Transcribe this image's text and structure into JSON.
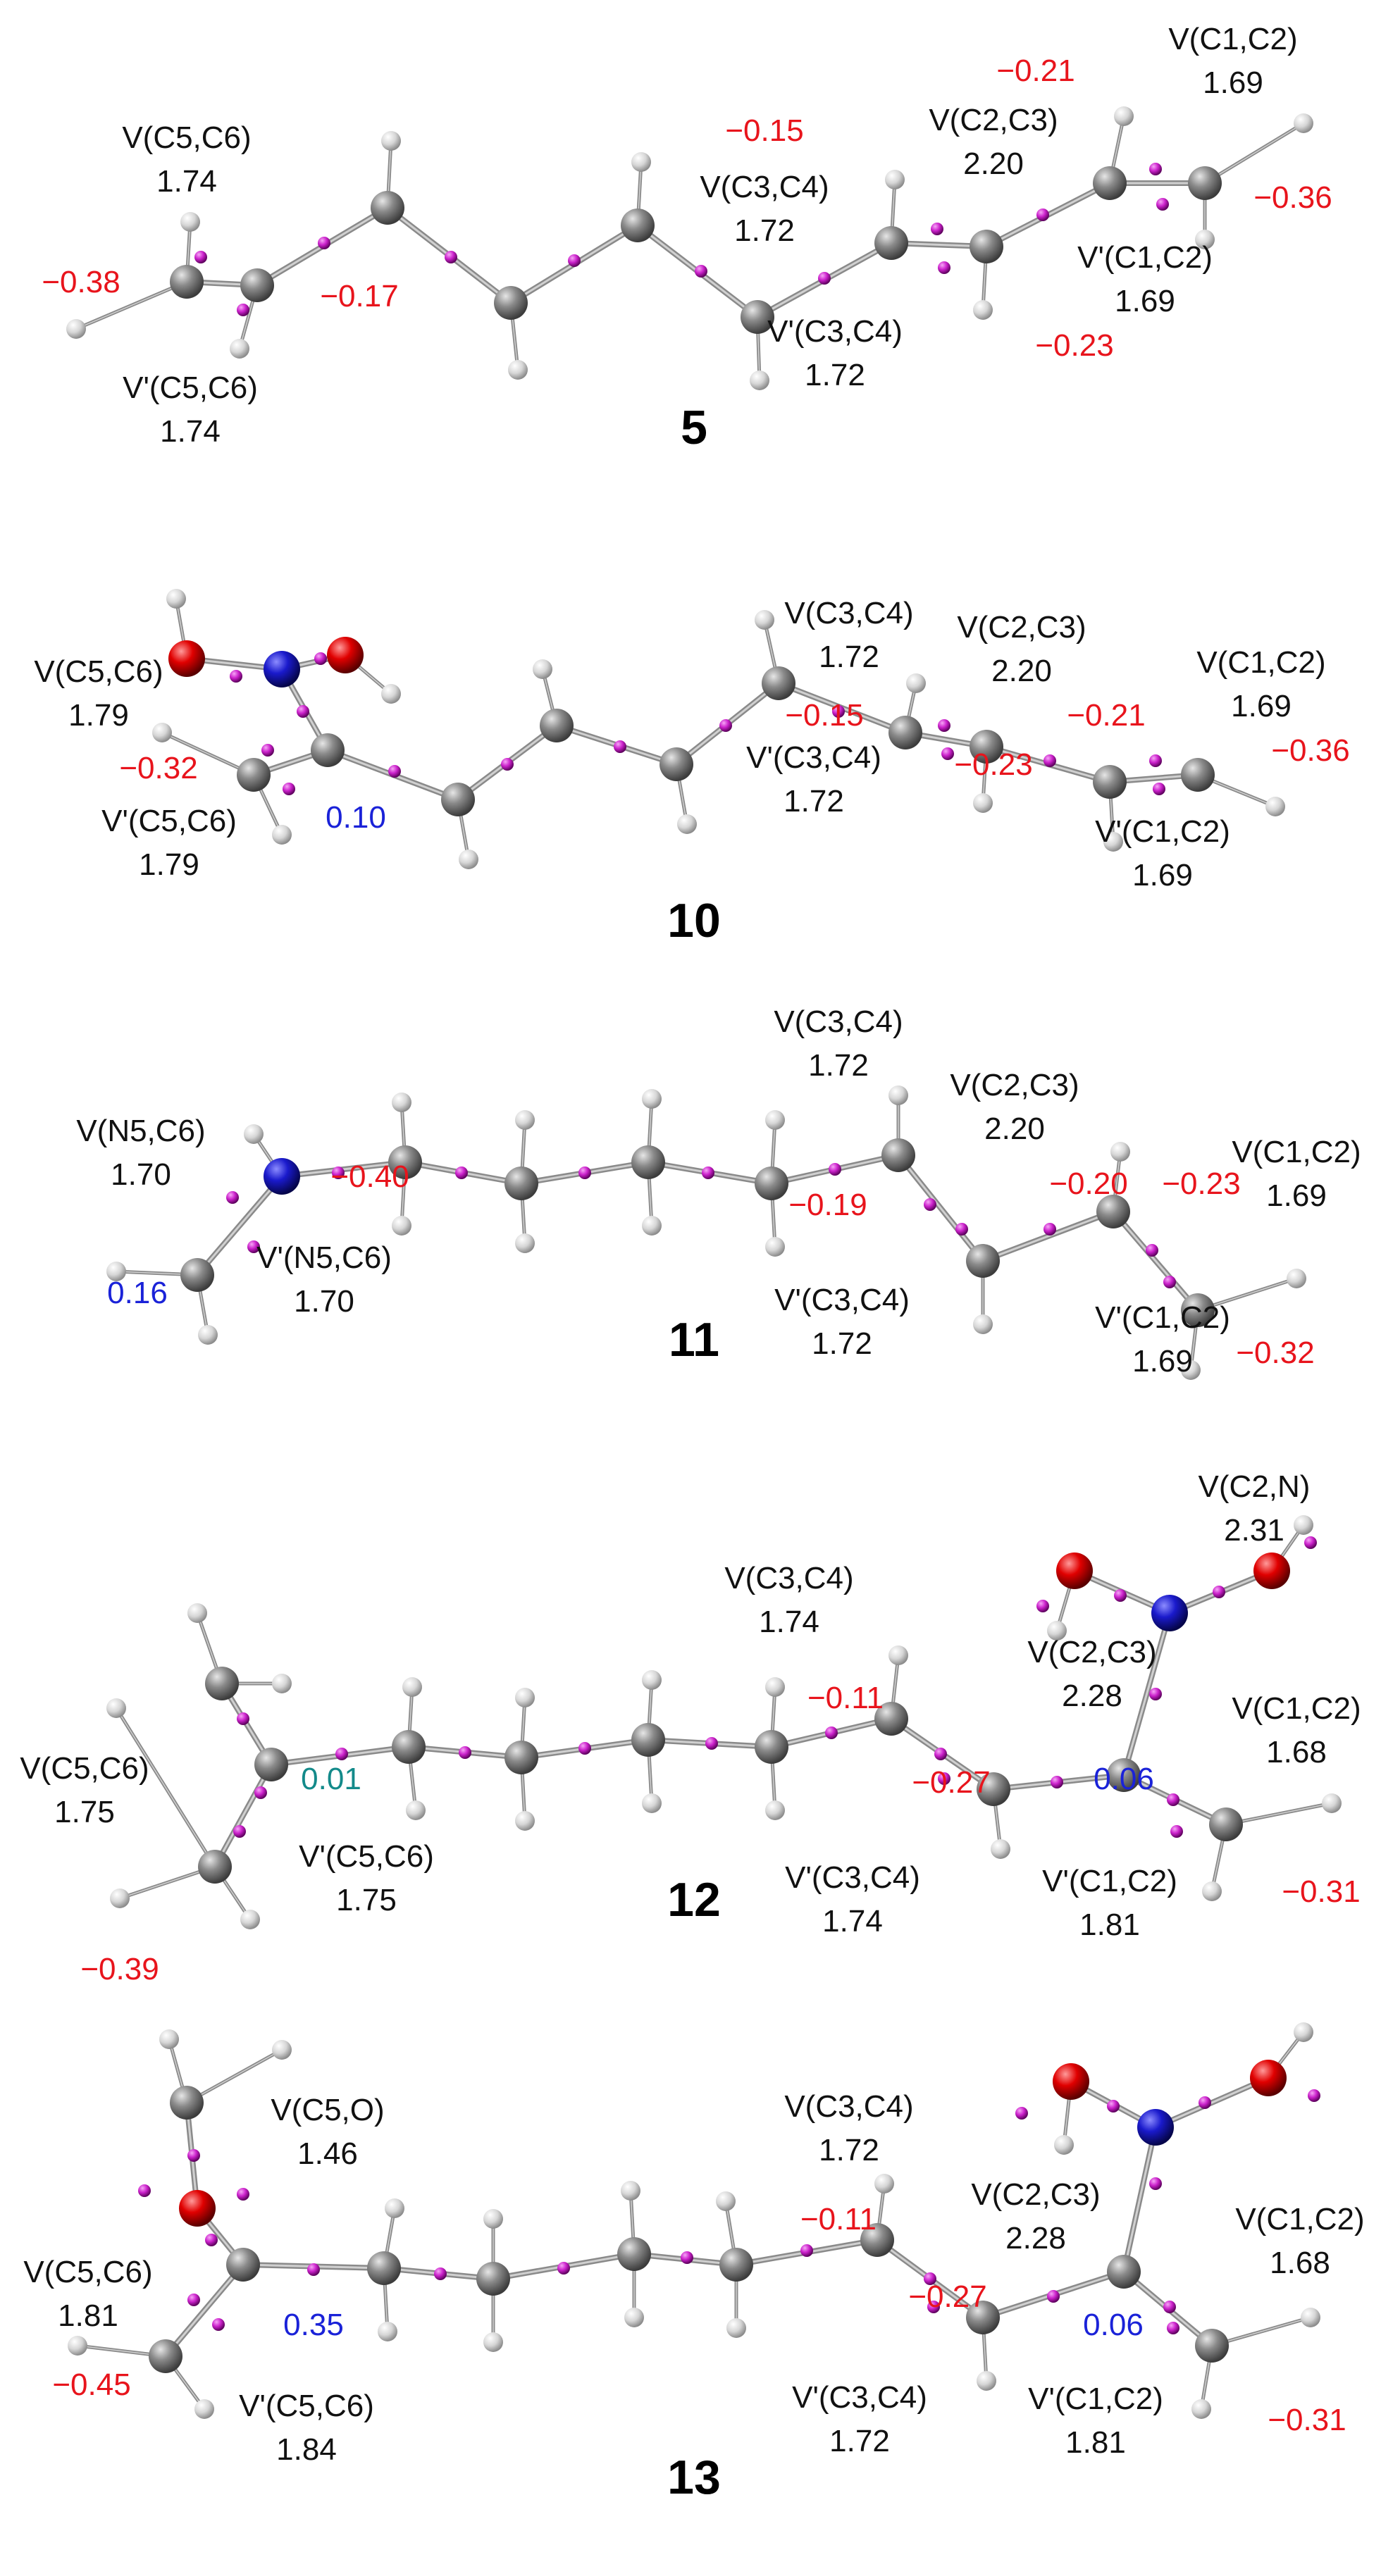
{
  "colors": {
    "label": "#111111",
    "negative_charge": "#e8141c",
    "positive_charge": "#1a22d8",
    "near_zero_charge": "#138a8a",
    "atom_carbon": "#808080",
    "atom_hydrogen": "#d4d4d4",
    "atom_nitrogen": "#1a1acc",
    "atom_oxygen": "#e00000",
    "attractor_basin": "#cc22cc",
    "bond": "#9a9a9a"
  },
  "panels": [
    {
      "compound": "5",
      "labels": [
        {
          "k": "lbl",
          "t": "V(C5,C6)"
        },
        {
          "k": "num",
          "t": "1.74"
        },
        {
          "k": "lbl",
          "t": "V'(C5,C6)"
        },
        {
          "k": "num",
          "t": "1.74"
        },
        {
          "k": "neg",
          "t": "−0.38"
        },
        {
          "k": "neg",
          "t": "−0.17"
        },
        {
          "k": "neg",
          "t": "−0.15"
        },
        {
          "k": "lbl",
          "t": "V(C3,C4)"
        },
        {
          "k": "num",
          "t": "1.72"
        },
        {
          "k": "lbl",
          "t": "V'(C3,C4)"
        },
        {
          "k": "num",
          "t": "1.72"
        },
        {
          "k": "neg",
          "t": "−0.21"
        },
        {
          "k": "lbl",
          "t": "V(C2,C3)"
        },
        {
          "k": "num",
          "t": "2.20"
        },
        {
          "k": "lbl",
          "t": "V(C1,C2)"
        },
        {
          "k": "num",
          "t": "1.69"
        },
        {
          "k": "neg",
          "t": "−0.36"
        },
        {
          "k": "lbl",
          "t": "V'(C1,C2)"
        },
        {
          "k": "num",
          "t": "1.69"
        },
        {
          "k": "neg",
          "t": "−0.23"
        }
      ]
    },
    {
      "compound": "10",
      "labels": [
        {
          "k": "lbl",
          "t": "V(C5,C6)"
        },
        {
          "k": "num",
          "t": "1.79"
        },
        {
          "k": "neg",
          "t": "−0.32"
        },
        {
          "k": "lbl",
          "t": "V'(C5,C6)"
        },
        {
          "k": "num",
          "t": "1.79"
        },
        {
          "k": "pos",
          "t": "0.10"
        },
        {
          "k": "lbl",
          "t": "V(C3,C4)"
        },
        {
          "k": "num",
          "t": "1.72"
        },
        {
          "k": "neg",
          "t": "−0.15"
        },
        {
          "k": "lbl",
          "t": "V'(C3,C4)"
        },
        {
          "k": "num",
          "t": "1.72"
        },
        {
          "k": "lbl",
          "t": "V(C2,C3)"
        },
        {
          "k": "num",
          "t": "2.20"
        },
        {
          "k": "neg",
          "t": "−0.21"
        },
        {
          "k": "neg",
          "t": "−0.23"
        },
        {
          "k": "lbl",
          "t": "V(C1,C2)"
        },
        {
          "k": "num",
          "t": "1.69"
        },
        {
          "k": "neg",
          "t": "−0.36"
        },
        {
          "k": "lbl",
          "t": "V'(C1,C2)"
        },
        {
          "k": "num",
          "t": "1.69"
        }
      ]
    },
    {
      "compound": "11",
      "labels": [
        {
          "k": "lbl",
          "t": "V(N5,C6)"
        },
        {
          "k": "num",
          "t": "1.70"
        },
        {
          "k": "neg",
          "t": "−0.40"
        },
        {
          "k": "pos",
          "t": "0.16"
        },
        {
          "k": "lbl",
          "t": "V'(N5,C6)"
        },
        {
          "k": "num",
          "t": "1.70"
        },
        {
          "k": "lbl",
          "t": "V(C3,C4)"
        },
        {
          "k": "num",
          "t": "1.72"
        },
        {
          "k": "neg",
          "t": "−0.19"
        },
        {
          "k": "lbl",
          "t": "V'(C3,C4)"
        },
        {
          "k": "num",
          "t": "1.72"
        },
        {
          "k": "lbl",
          "t": "V(C2,C3)"
        },
        {
          "k": "num",
          "t": "2.20"
        },
        {
          "k": "neg",
          "t": "−0.20"
        },
        {
          "k": "neg",
          "t": "−0.23"
        },
        {
          "k": "lbl",
          "t": "V(C1,C2)"
        },
        {
          "k": "num",
          "t": "1.69"
        },
        {
          "k": "lbl",
          "t": "V'(C1,C2)"
        },
        {
          "k": "num",
          "t": "1.69"
        },
        {
          "k": "neg",
          "t": "−0.32"
        }
      ]
    },
    {
      "compound": "12",
      "labels": [
        {
          "k": "lbl",
          "t": "V(C5,C6)"
        },
        {
          "k": "num",
          "t": "1.75"
        },
        {
          "k": "teal",
          "t": "0.01"
        },
        {
          "k": "lbl",
          "t": "V'(C5,C6)"
        },
        {
          "k": "num",
          "t": "1.75"
        },
        {
          "k": "neg",
          "t": "−0.39"
        },
        {
          "k": "lbl",
          "t": "V(C3,C4)"
        },
        {
          "k": "num",
          "t": "1.74"
        },
        {
          "k": "neg",
          "t": "−0.11"
        },
        {
          "k": "lbl",
          "t": "V'(C3,C4)"
        },
        {
          "k": "num",
          "t": "1.74"
        },
        {
          "k": "lbl",
          "t": "V(C2,N)"
        },
        {
          "k": "num",
          "t": "2.31"
        },
        {
          "k": "lbl",
          "t": "V(C2,C3)"
        },
        {
          "k": "num",
          "t": "2.28"
        },
        {
          "k": "neg",
          "t": "−0.27"
        },
        {
          "k": "pos",
          "t": "0.06"
        },
        {
          "k": "lbl",
          "t": "V(C1,C2)"
        },
        {
          "k": "num",
          "t": "1.68"
        },
        {
          "k": "lbl",
          "t": "V'(C1,C2)"
        },
        {
          "k": "num",
          "t": "1.81"
        },
        {
          "k": "neg",
          "t": "−0.31"
        }
      ]
    },
    {
      "compound": "13",
      "labels": [
        {
          "k": "lbl",
          "t": "V(C5,O)"
        },
        {
          "k": "num",
          "t": "1.46"
        },
        {
          "k": "lbl",
          "t": "V(C5,C6)"
        },
        {
          "k": "num",
          "t": "1.81"
        },
        {
          "k": "pos",
          "t": "0.35"
        },
        {
          "k": "neg",
          "t": "−0.45"
        },
        {
          "k": "lbl",
          "t": "V'(C5,C6)"
        },
        {
          "k": "num",
          "t": "1.84"
        },
        {
          "k": "lbl",
          "t": "V(C3,C4)"
        },
        {
          "k": "num",
          "t": "1.72"
        },
        {
          "k": "neg",
          "t": "−0.11"
        },
        {
          "k": "neg",
          "t": "−0.27"
        },
        {
          "k": "lbl",
          "t": "V'(C3,C4)"
        },
        {
          "k": "num",
          "t": "1.72"
        },
        {
          "k": "lbl",
          "t": "V(C2,C3)"
        },
        {
          "k": "num",
          "t": "2.28"
        },
        {
          "k": "pos",
          "t": "0.06"
        },
        {
          "k": "lbl",
          "t": "V(C1,C2)"
        },
        {
          "k": "num",
          "t": "1.68"
        },
        {
          "k": "lbl",
          "t": "V'(C1,C2)"
        },
        {
          "k": "num",
          "t": "1.81"
        },
        {
          "k": "neg",
          "t": "−0.31"
        }
      ]
    }
  ]
}
